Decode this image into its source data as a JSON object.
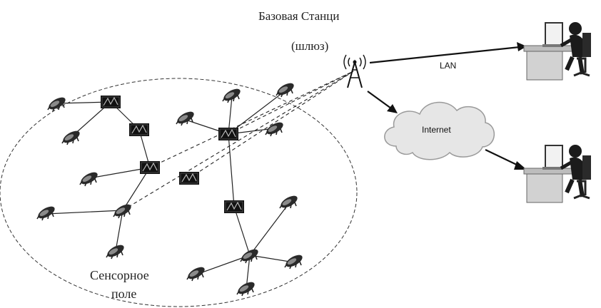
{
  "base_station": {
    "title": "Базовая Станци",
    "subtitle": "(шлюз)"
  },
  "links": {
    "lan_label": "LAN",
    "internet_label": "Internet"
  },
  "sensor_field": {
    "label_line1": "Сенсорное",
    "label_line2": "поле"
  },
  "colors": {
    "line": "#1a1a1a",
    "cloud_fill": "#e6e6e6",
    "cloud_stroke": "#9a9a9a",
    "node_dark": "#222222",
    "router_box": "#111111",
    "desk": "#d4d4d4"
  },
  "icons": {
    "sensor": "sensor-node-icon",
    "cluster_head": "cluster-head-icon",
    "antenna": "antenna-tower-icon",
    "workstation": "user-workstation-icon",
    "cloud": "internet-cloud-icon"
  }
}
